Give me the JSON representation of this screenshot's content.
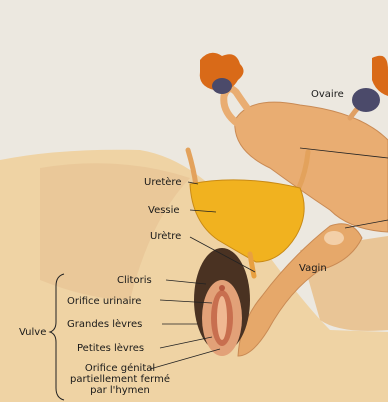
{
  "colors": {
    "page": "#ece8e0",
    "skin": "#efd3a4",
    "skin_shadow": "#d8a870",
    "organ": "#e9ad72",
    "bladder": "#f1b21f",
    "hair": "#4a3222",
    "ovary": "#4b4a6a",
    "fimbria": "#d96a18"
  },
  "labels": {
    "ovaire": "Ovaire",
    "uretere": "Uretère",
    "vessie": "Vessie",
    "uretre": "Urètre",
    "vagin": "Vagin",
    "clitoris": "Clitoris",
    "orifice_urinaire": "Orifice urinaire",
    "grandes_levres": "Grandes lèvres",
    "petites_levres": "Petites lèvres",
    "orifice_genital_1": "Orifice génital",
    "orifice_genital_2": "partiellement fermé",
    "orifice_genital_3": "par l'hymen",
    "vulve": "Vulve"
  }
}
